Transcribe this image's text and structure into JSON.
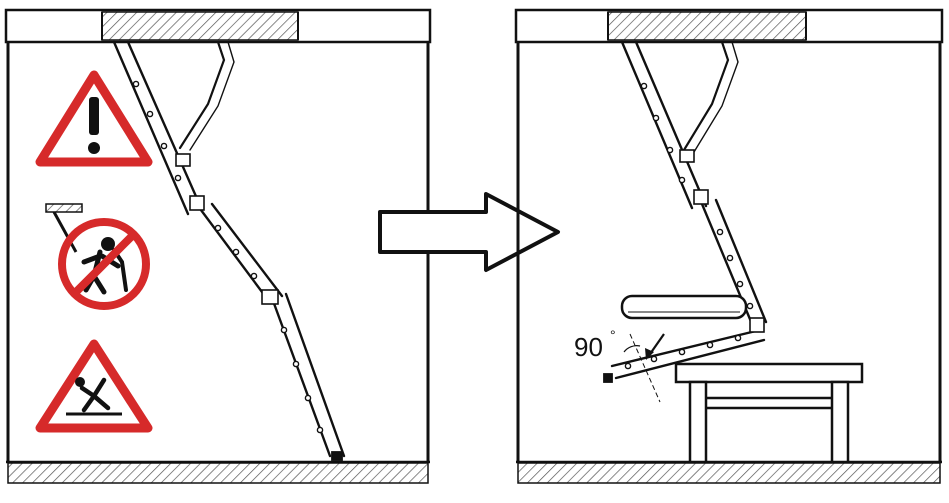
{
  "diagram": {
    "panels": [
      {
        "id": "before"
      },
      {
        "id": "after",
        "angle_label": "90",
        "angle_unit": "°"
      }
    ],
    "warning_icons": [
      "warning-exclamation-icon",
      "no-hanging-prohibition-icon",
      "fall-hazard-icon"
    ],
    "colors": {
      "line": "#111111",
      "warning_red": "#d62a2a",
      "hatch": "#555555",
      "background": "#ffffff"
    }
  }
}
